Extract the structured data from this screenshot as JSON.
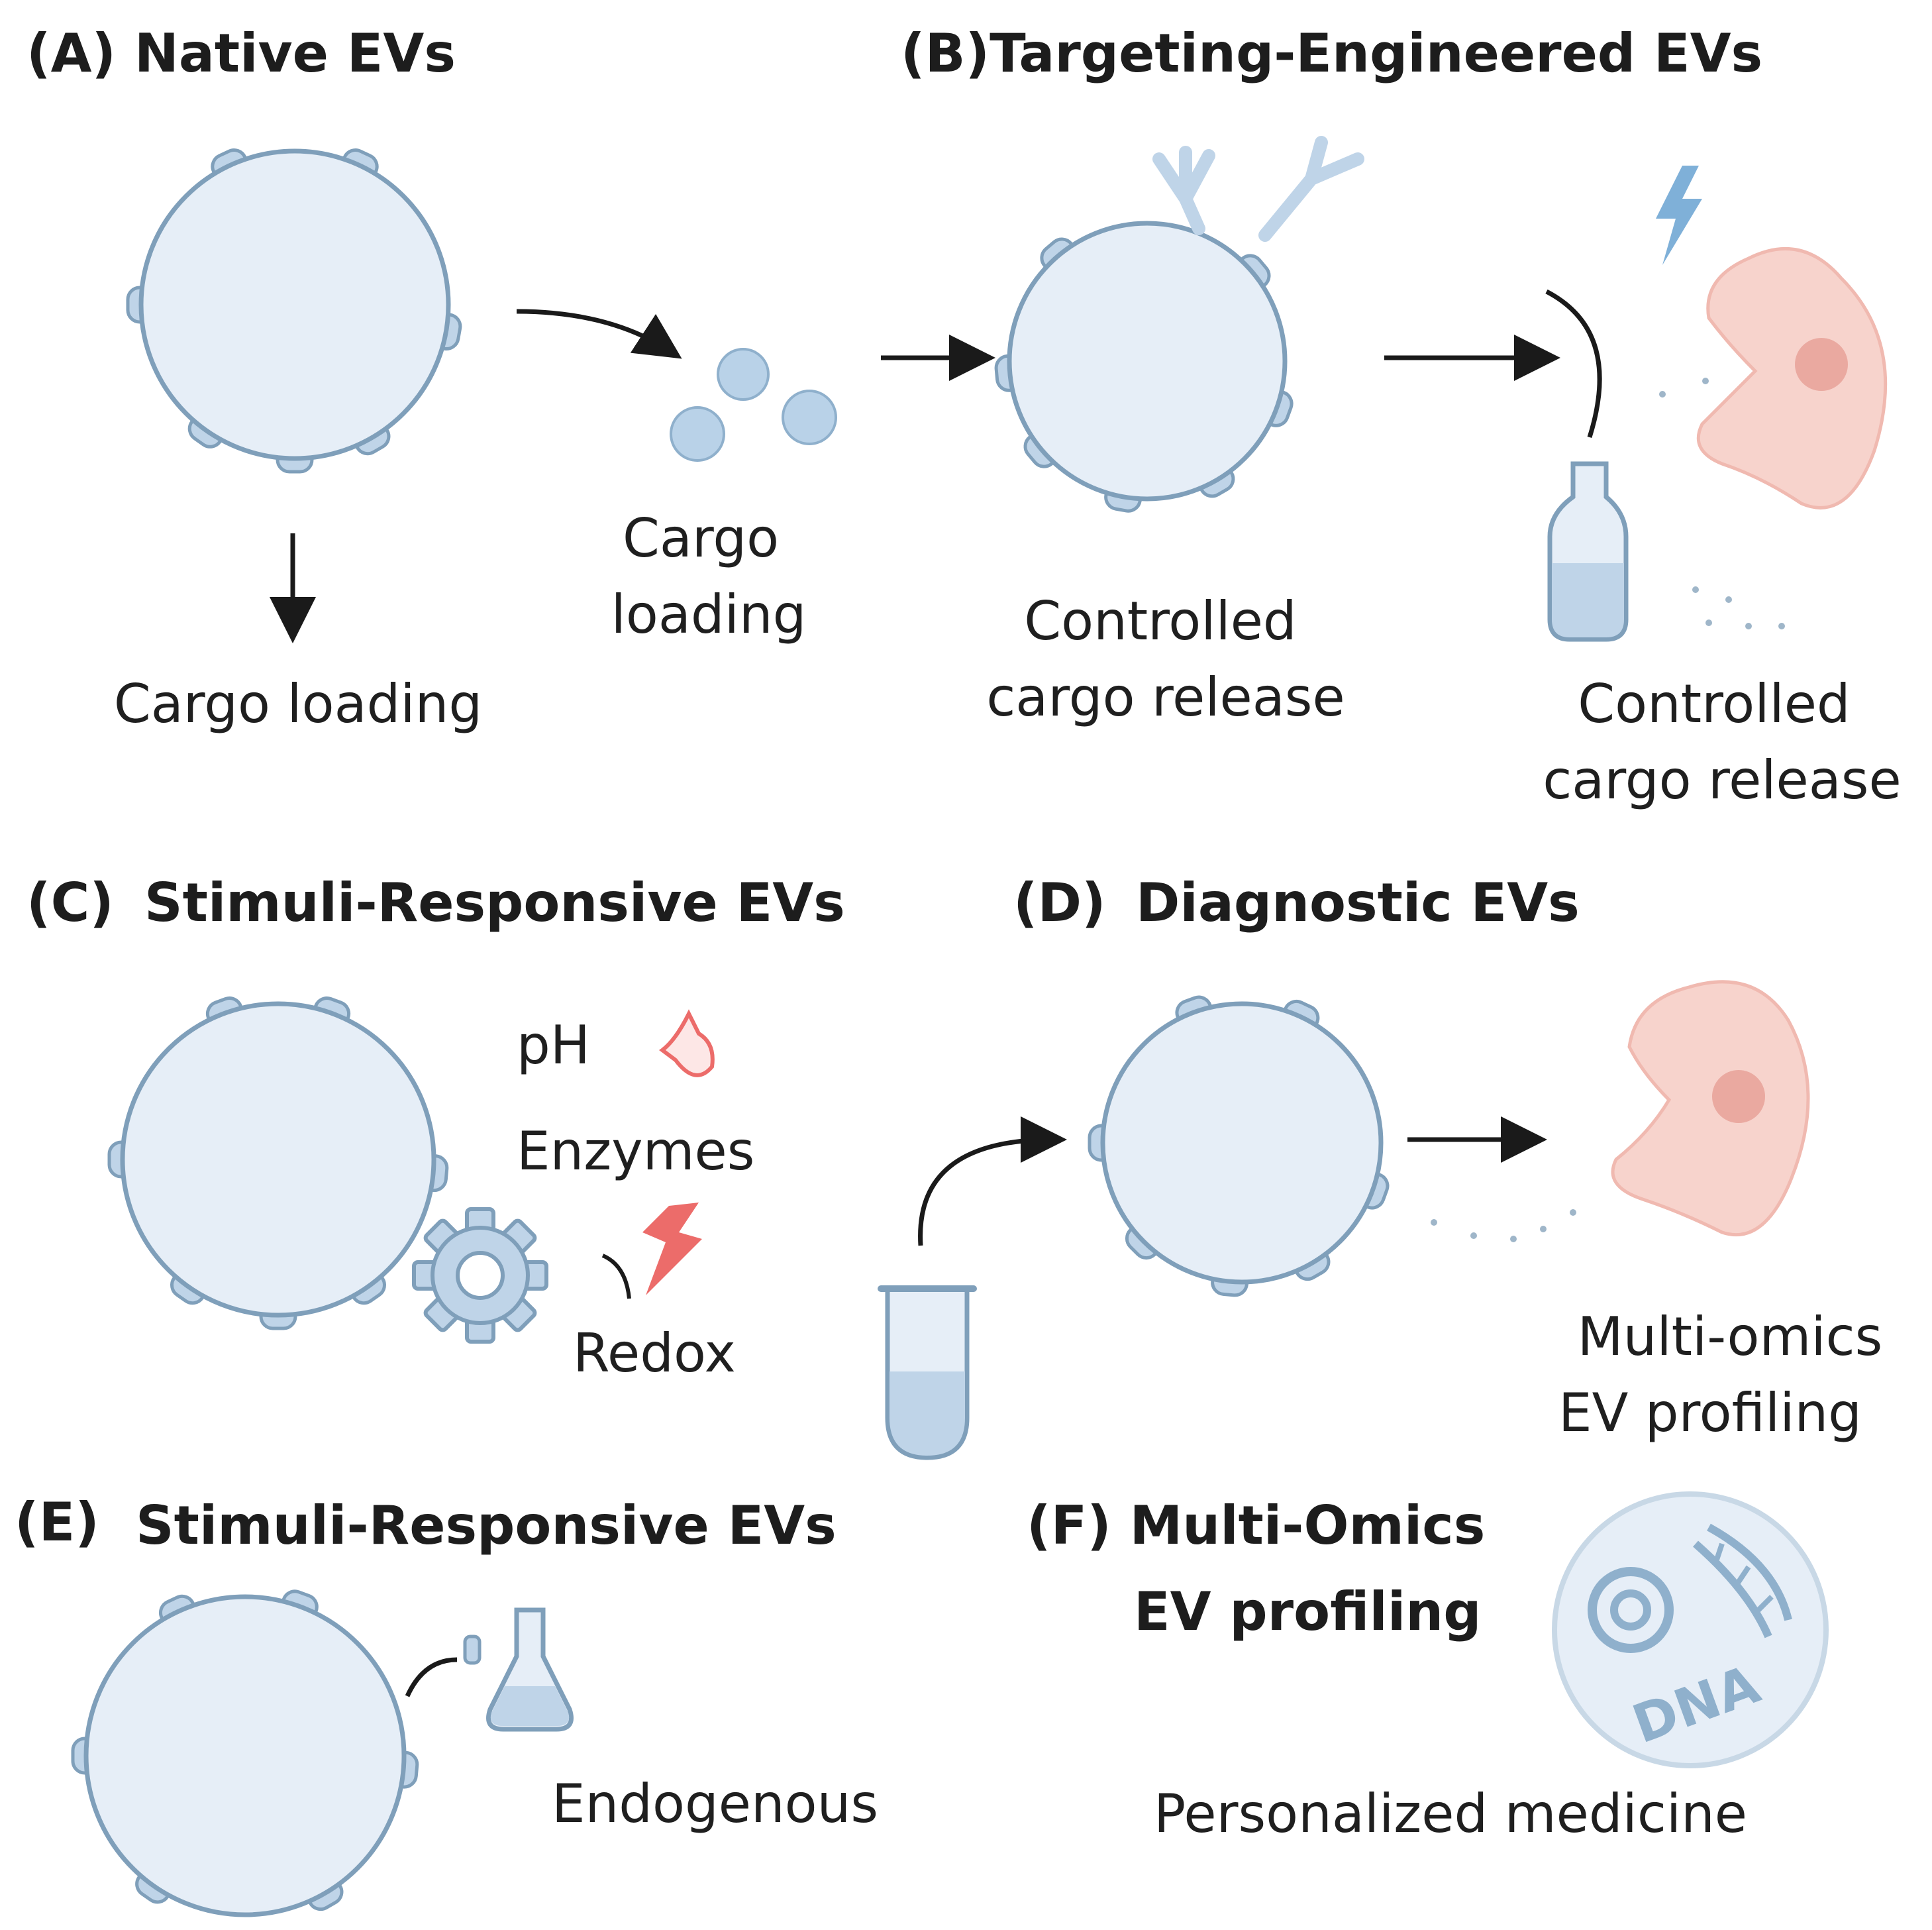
{
  "colors": {
    "vesicle_fill": "#e6eef7",
    "vesicle_stroke": "#7f9fba",
    "protrusion_fill": "#bfd4e8",
    "cargo_fill": "#b9d2e8",
    "cell_fill": "#f7d3cc",
    "cell_nucleus": "#eaa9a0",
    "stimulus_red": "#ec6c6a",
    "arrow": "#1a1a1a",
    "text": "#1f1f1f"
  },
  "panels": {
    "a": {
      "title": "(A) Native EVs",
      "down_label": "Cargo loading",
      "cargo_label_line1": "Cargo",
      "cargo_label_line2": "loading"
    },
    "b": {
      "title": "(B)Targeting-Engineered EVs",
      "release_line1": "Controlled",
      "release_line2": "cargo release",
      "release2_line1": "Controlled",
      "release2_line2": "cargo release"
    },
    "c": {
      "title_letter": "(C)",
      "title": "Stimuli-Responsive EVs",
      "stimuli": [
        "pH",
        "Enzymes",
        "Redox"
      ]
    },
    "d": {
      "title_letter": "(D)",
      "title": "Diagnostic EVs",
      "profiling_line1": "Multi-omics",
      "profiling_line2": "EV profiling"
    },
    "e": {
      "title_letter": "(E)",
      "title": "Stimuli-Responsive EVs",
      "label": "Endogenous"
    },
    "f": {
      "title": "(F) Multi-Omics",
      "title_line2": "EV profiling",
      "dna_text": "DNA",
      "label": "Personalized medicine"
    }
  },
  "icons": [
    "vesicle-icon",
    "cargo-particle-icon",
    "antibody-icon",
    "lightning-icon",
    "cell-icon",
    "vial-icon",
    "gear-icon",
    "flame-icon",
    "test-tube-icon",
    "flask-icon",
    "dna-disc-icon"
  ]
}
